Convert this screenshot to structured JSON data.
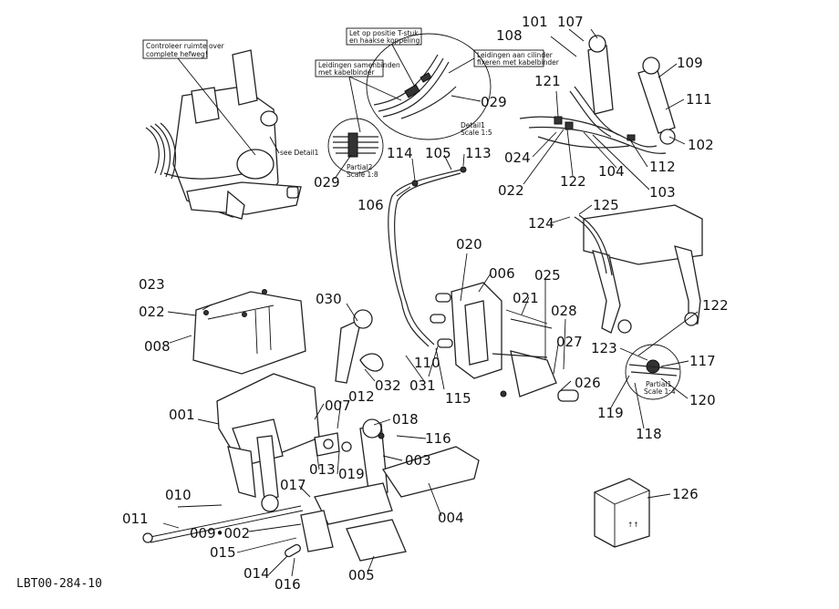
{
  "drawing_code": "LBT00-284-10",
  "notes": {
    "clearance": [
      "Controleer ruimte over",
      "complete hefweg!"
    ],
    "tpiece": [
      "Let op positie T-stuk",
      "en haakse koppeling"
    ],
    "bind_lines": [
      "Leidingen samenbinden",
      "met kabelbinder"
    ],
    "fix_lines": [
      "Leidingen aan cilinder",
      "fixeren met kabelbinder"
    ],
    "see_detail": "see Detail1",
    "detail1": [
      "Detail1",
      "Scale 1:5"
    ],
    "partial2": [
      "Partial2",
      "Scale 1:8"
    ],
    "partial1": [
      "Partial1",
      "Scale 1:4"
    ],
    "fragile": "↑↑"
  },
  "callouts": {
    "c001": "001",
    "c002": "009•002",
    "c003": "003",
    "c004": "004",
    "c005": "005",
    "c006": "006",
    "c007": "007",
    "c008": "008",
    "c010": "010",
    "c011": "011",
    "c012": "012",
    "c013": "013",
    "c014": "014",
    "c015": "015",
    "c016": "016",
    "c017": "017",
    "c018": "018",
    "c019": "019",
    "c020": "020",
    "c021": "021",
    "c022": "022",
    "c022b": "022",
    "c023": "023",
    "c024": "024",
    "c025": "025",
    "c026": "026",
    "c027": "027",
    "c028": "028",
    "c029": "029",
    "c029b": "029",
    "c030": "030",
    "c031": "031",
    "c032": "032",
    "c101": "101",
    "c102": "102",
    "c103": "103",
    "c104": "104",
    "c105": "105",
    "c106": "106",
    "c107": "107",
    "c108": "108",
    "c109": "109",
    "c110": "110",
    "c111": "111",
    "c112": "112",
    "c113": "113",
    "c114": "114",
    "c115": "115",
    "c116": "116",
    "c117": "117",
    "c118": "118",
    "c119": "119",
    "c120": "120",
    "c121": "121",
    "c122": "122",
    "c122b": "122",
    "c123": "123",
    "c124": "124",
    "c125": "125",
    "c126": "126"
  }
}
